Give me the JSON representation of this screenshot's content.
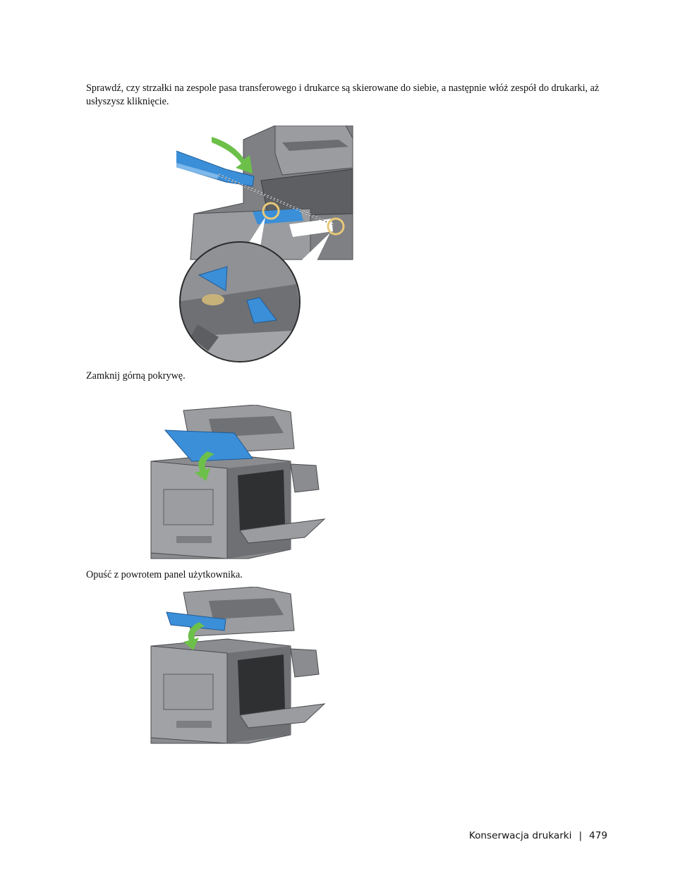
{
  "steps": [
    "Sprawdź, czy strzałki na zespole pasa transferowego i drukarce są skierowane do siebie, a następnie włóż zespół do drukarki, aż usłyszysz kliknięcie.",
    "Zamknij górną pokrywę.",
    "Opuść z powrotem panel użytkownika."
  ],
  "footer": {
    "section": "Konserwacja drukarki",
    "separator": "|",
    "page_number": "479"
  },
  "colors": {
    "part_blue": "#3b8fd8",
    "arrow_green": "#6cc04a",
    "printer_gray": "#8a8c8f",
    "highlight_ring": "#e8c878"
  }
}
